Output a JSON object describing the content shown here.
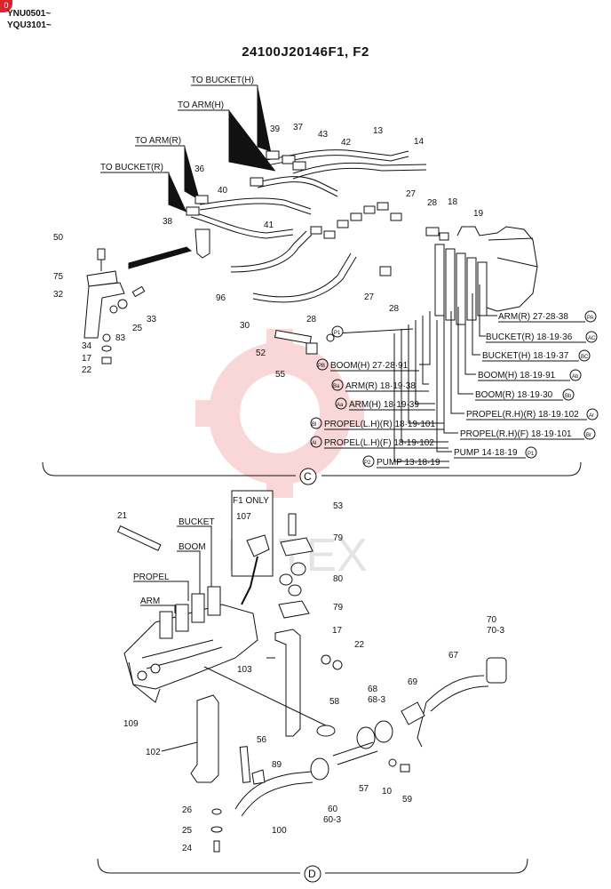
{
  "header": {
    "serial_1": "YNU0501~",
    "serial_2": "YQU3101~",
    "badge": "0",
    "title": "24100J20146F1, F2"
  },
  "watermark": {
    "text": "MITEX",
    "color": "#e8474c"
  },
  "section_c": {
    "marker": "C",
    "hose_labels": {
      "to_bucket_h": "TO BUCKET(H)",
      "to_arm_h": "TO ARM(H)",
      "to_arm_r": "TO ARM(R)",
      "to_bucket_r": "TO BUCKET(R)"
    },
    "part_numbers": {
      "p39": "39",
      "p37": "37",
      "p43": "43",
      "p42": "42",
      "p13": "13",
      "p14": "14",
      "p36": "36",
      "p40": "40",
      "p38": "38",
      "p41": "41",
      "p27a": "27",
      "p28a": "28",
      "p18": "18",
      "p19": "19",
      "p50": "50",
      "p75": "75",
      "p32": "32",
      "p33": "33",
      "p25": "25",
      "p83": "83",
      "p34": "34",
      "p17": "17",
      "p22": "22",
      "p96": "96",
      "p30": "30",
      "p27b": "27",
      "p28b": "28",
      "p28c": "28",
      "p52": "52",
      "p55": "55"
    },
    "port_callouts": [
      {
        "text": "ARM(R) 27·28·38",
        "code": "PA"
      },
      {
        "text": "BUCKET(R) 18·19·36",
        "code": "AC"
      },
      {
        "text": "BUCKET(H) 18·19·37",
        "code": "BC"
      },
      {
        "text": "BOOM(H) 18·19·91",
        "code": "Ab"
      },
      {
        "text": "BOOM(R) 18·19·30",
        "code": "Bb"
      },
      {
        "text": "PROPEL(R.H)(R) 18·19·102",
        "code": "Ar"
      },
      {
        "text": "PROPEL(R.H)(F) 18·19·101",
        "code": "Br"
      },
      {
        "text": "PUMP 14·18·19",
        "code": "P1"
      }
    ],
    "left_callouts": [
      {
        "code": "PB",
        "text": "BOOM(H) 27·28·91"
      },
      {
        "code": "Ba",
        "text": "ARM(R) 18·19·38"
      },
      {
        "code": "Aa",
        "text": "ARM(H) 18·19·39"
      },
      {
        "code": "Bl",
        "text": "PROPEL(L.H)(R) 18·19·101"
      },
      {
        "code": "Al",
        "text": "PROPEL(L.H)(F) 18·19·102"
      },
      {
        "code": "P2",
        "text": "PUMP 13·18·19"
      }
    ],
    "p1_code": "P1"
  },
  "section_d": {
    "marker": "D",
    "f1_only": "F1 ONLY",
    "valve_labels": {
      "bucket": "BUCKET",
      "boom": "BOOM",
      "propel": "PROPEL",
      "arm": "ARM"
    },
    "part_numbers": {
      "p21": "21",
      "p107": "107",
      "p53": "53",
      "p79a": "79",
      "p80": "80",
      "p79b": "79",
      "p17": "17",
      "p22": "22",
      "p103": "103",
      "p109": "109",
      "p70": "70",
      "p70_3": "70-3",
      "p67": "67",
      "p68": "68",
      "p68_3": "68-3",
      "p69": "69",
      "p58": "58",
      "p102": "102",
      "p56": "56",
      "p89": "89",
      "p57": "57",
      "p10": "10",
      "p59": "59",
      "p60": "60",
      "p60_3": "60-3",
      "p26": "26",
      "p25": "25",
      "p24": "24",
      "p100": "100"
    }
  }
}
